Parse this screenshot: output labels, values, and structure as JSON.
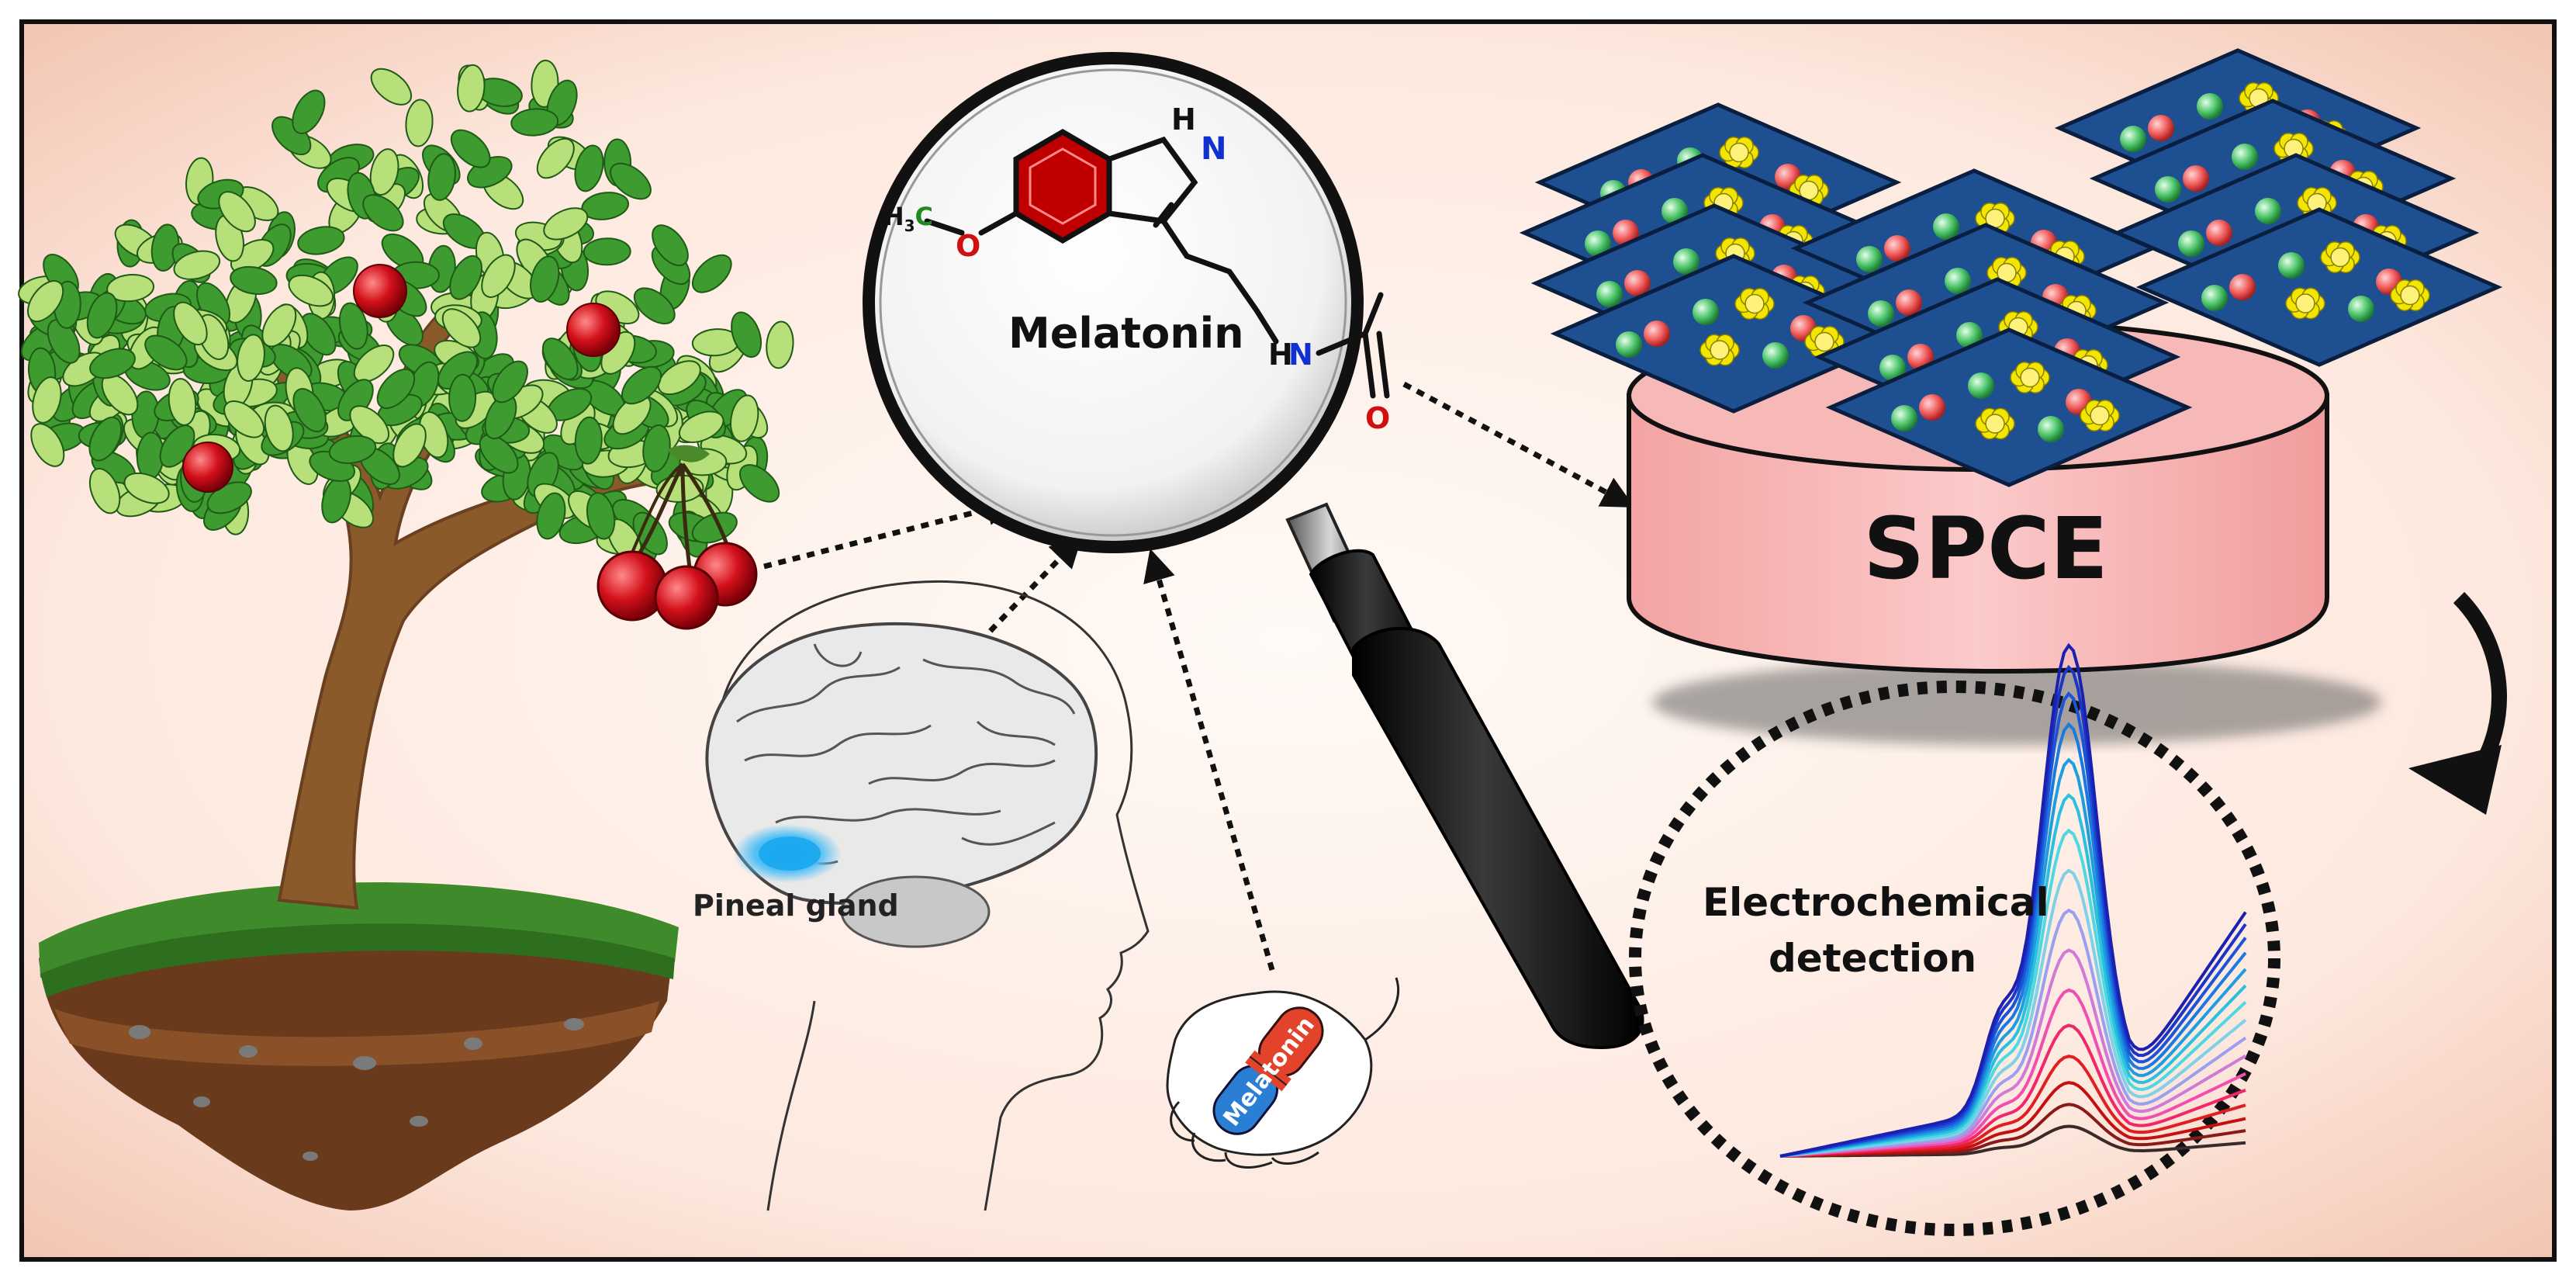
{
  "labels": {
    "melatonin_title": "Melatonin",
    "spce": "SPCE",
    "pineal_gland": "Pineal gland",
    "pill_label": "Melatonin",
    "detection_line1": "Electrochemical",
    "detection_line2": "detection"
  },
  "molecule": {
    "atom_nh": "H",
    "atom_n": "N",
    "atom_o_methoxy": "O",
    "atom_h3c_h": "H",
    "atom_h3c_sub": "3",
    "atom_h3c_c": "C",
    "atom_amide_n": "N",
    "atom_amide_h": "H",
    "atom_carbonyl_o": "O"
  },
  "colors": {
    "background_edge": "#f4c9b8",
    "background_center": "#fff6f0",
    "benzene_fill": "#c00000",
    "spce_body": "#f6a9a9",
    "sheet": "#1d4f91",
    "particle_red": "#f05a5a",
    "particle_green": "#4cc46a",
    "particle_yellow": "#f2e600",
    "leaf_dark": "#3e9b2f",
    "leaf_light": "#b8e07a",
    "trunk": "#8b5a2b",
    "cherry": "#d3101a",
    "brain_spot": "#19a7f0",
    "pill_blue": "#2a7fd4",
    "pill_red": "#e4432b"
  },
  "voltammogram": {
    "curve_count": 16,
    "peak_levels": [
      0.06,
      0.1,
      0.14,
      0.19,
      0.25,
      0.32,
      0.4,
      0.48,
      0.56,
      0.64,
      0.71,
      0.78,
      0.85,
      0.91,
      0.96,
      1.0
    ],
    "curve_colors": [
      "#3a2a2a",
      "#8a1a1a",
      "#c41010",
      "#e02020",
      "#f0286a",
      "#f04fb0",
      "#d07ad8",
      "#9aa0ee",
      "#7fd0e8",
      "#4fd8e0",
      "#2ac0e0",
      "#1e9ee0",
      "#1a7ae0",
      "#1a55d8",
      "#1a35c8",
      "#1a20b0"
    ]
  }
}
